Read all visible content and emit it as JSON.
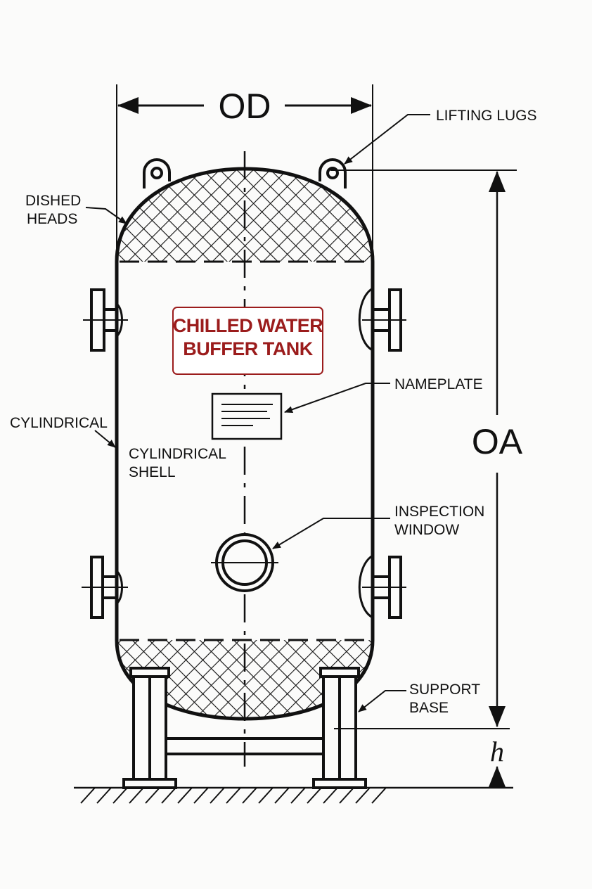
{
  "dimensions": {
    "outer_diameter": "OD",
    "overall_height": "OA",
    "base_height": "h"
  },
  "labels": {
    "lifting_lugs": "LIFTING LUGS",
    "dished_heads": [
      "DISHED",
      "HEADS"
    ],
    "nameplate": "NAMEPLATE",
    "cylindrical": "CYLINDRICAL",
    "cylindrical_shell": [
      "CYLINDRICAL",
      "SHELL"
    ],
    "inspection_window": [
      "INSPECTION",
      "WINDOW"
    ],
    "support_base": [
      "SUPPORT",
      "BASE"
    ]
  },
  "sign": {
    "lines": [
      "CHILLED WATER",
      "BUFFER TANK"
    ],
    "color": "#9b1c1c"
  },
  "colors": {
    "line": "#111111",
    "background": "#fbfbfa"
  }
}
